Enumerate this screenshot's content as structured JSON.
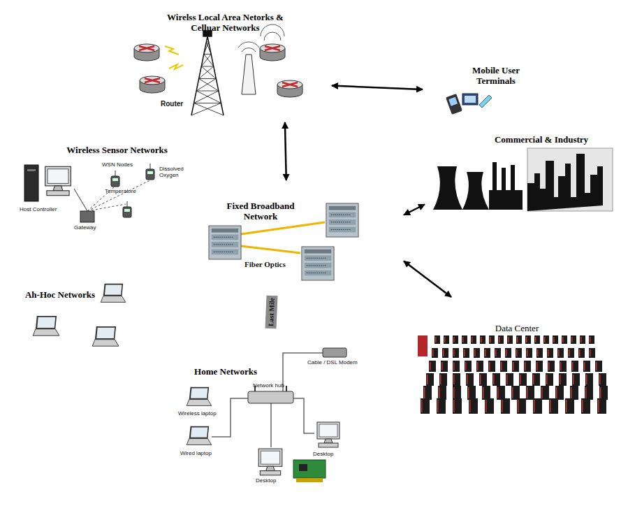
{
  "diagram": {
    "nodes": [
      {
        "text": [
          "Wirelss Local Area Netorks & Celluar Networks"
        ]
      },
      {
        "text": [
          "Mobile User Terminals"
        ]
      },
      {
        "text": [
          "Wireless Sensor Networks"
        ]
      },
      {
        "text": [
          "Commercial & Industry"
        ]
      },
      {
        "text": [
          "Fixed Broadband Network"
        ]
      },
      {
        "text": [
          "Ah-Hoc Networks"
        ]
      },
      {
        "text": [
          "Data Center"
        ]
      },
      {
        "text": [
          "Home Networks"
        ]
      }
    ],
    "edges": [
      {
        "from": 0,
        "to": 1,
        "arrow": "both"
      },
      {
        "from": 0,
        "to": 4,
        "arrow": "both"
      },
      {
        "from": 4,
        "to": 3,
        "arrow": "both"
      },
      {
        "from": 4,
        "to": 6,
        "arrow": "both"
      },
      {
        "from": 4,
        "to": 7,
        "arrow": "none",
        "label": "Last Mile"
      }
    ],
    "labels": [
      "Router",
      "Fiber Optics",
      "Host Controller",
      "WSN Nodes",
      "Gateway",
      "Temperature",
      "Dissolved Oxygen",
      "Wireless laptop",
      "Cable / DSL Modem",
      "Network hub",
      "Wired laptop",
      "Desktop",
      "Desktop"
    ]
  }
}
